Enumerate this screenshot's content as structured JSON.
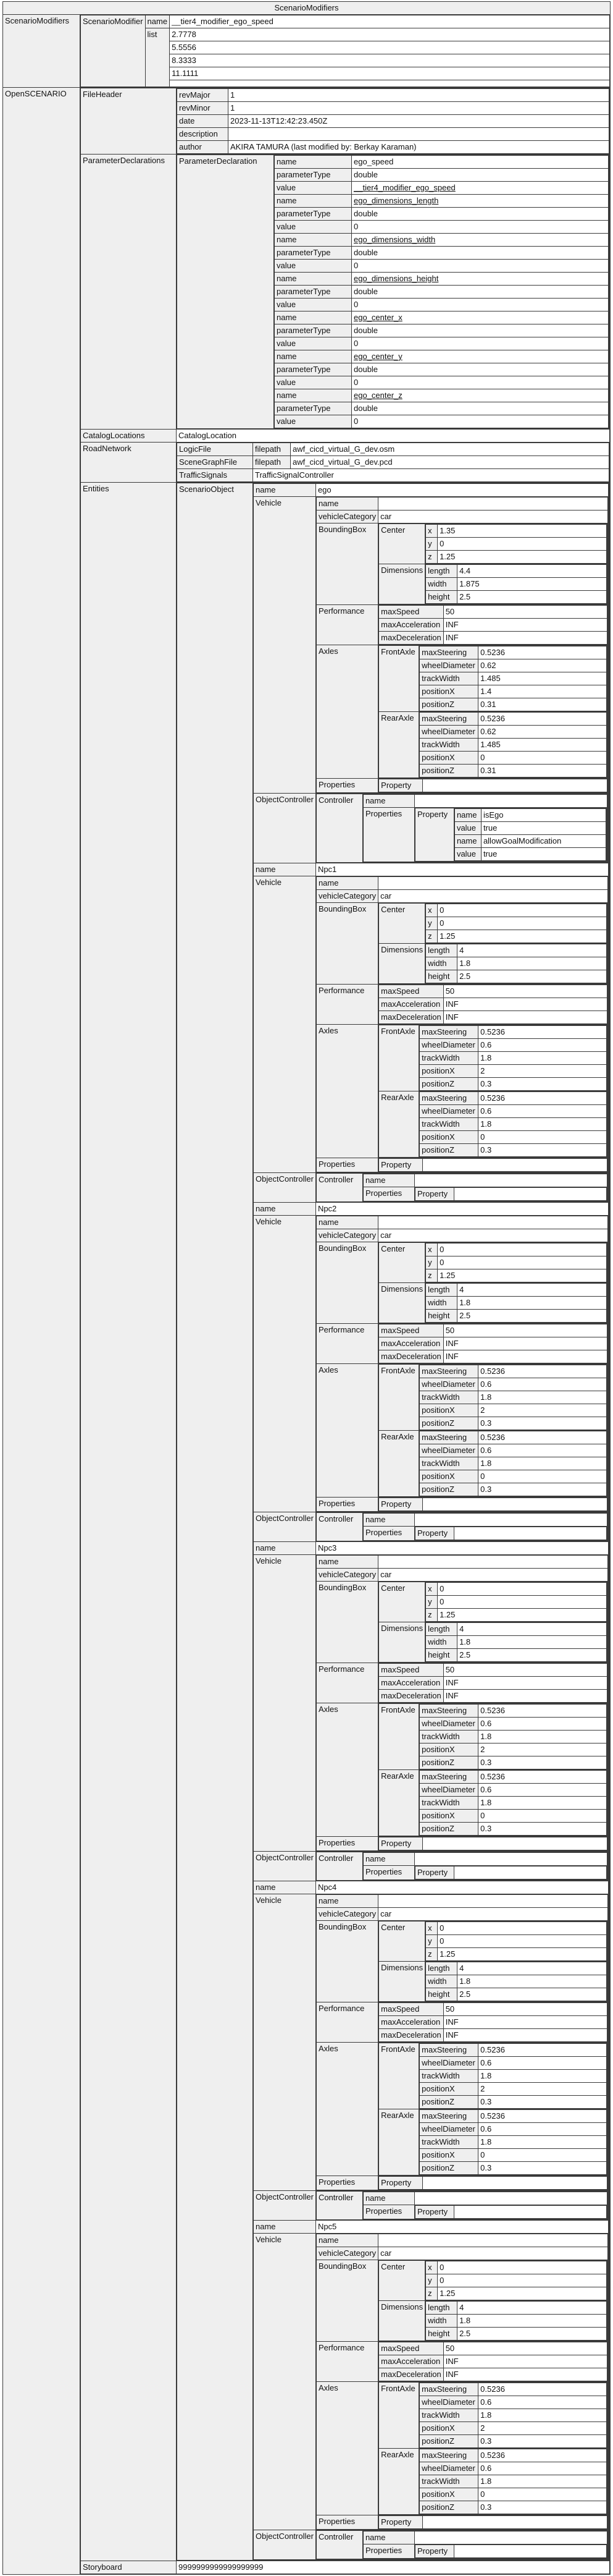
{
  "title": "ScenarioModifiers",
  "scenario_modifiers": {
    "key": "ScenarioModifiers",
    "modifier_key": "ScenarioModifier",
    "name_key": "name",
    "name_value": "__tier4_modifier_ego_speed",
    "list_key": "list",
    "list": [
      "2.7778",
      "5.5556",
      "8.3333",
      "11.1111"
    ]
  },
  "openscenario": {
    "key": "OpenSCENARIO",
    "file_header": {
      "key": "FileHeader",
      "rows": [
        {
          "k": "revMajor",
          "v": "1"
        },
        {
          "k": "revMinor",
          "v": "1"
        },
        {
          "k": "date",
          "v": "2023-11-13T12:42:23.450Z"
        },
        {
          "k": "description",
          "v": ""
        },
        {
          "k": "author",
          "v": "AKIRA TAMURA (last modified by: Berkay Karaman)"
        }
      ]
    },
    "parameter_declarations": {
      "key": "ParameterDeclarations",
      "sub_key": "ParameterDeclaration",
      "rows": [
        {
          "k": "name",
          "v": "ego_speed",
          "u": false
        },
        {
          "k": "parameterType",
          "v": "double",
          "u": false
        },
        {
          "k": "value",
          "v": "__tier4_modifier_ego_speed",
          "u": true
        },
        {
          "k": "name",
          "v": "ego_dimensions_length",
          "u": true
        },
        {
          "k": "parameterType",
          "v": "double",
          "u": false
        },
        {
          "k": "value",
          "v": "0",
          "u": false
        },
        {
          "k": "name",
          "v": "ego_dimensions_width",
          "u": true
        },
        {
          "k": "parameterType",
          "v": "double",
          "u": false
        },
        {
          "k": "value",
          "v": "0",
          "u": false
        },
        {
          "k": "name",
          "v": "ego_dimensions_height",
          "u": true
        },
        {
          "k": "parameterType",
          "v": "double",
          "u": false
        },
        {
          "k": "value",
          "v": "0",
          "u": false
        },
        {
          "k": "name",
          "v": "ego_center_x",
          "u": true
        },
        {
          "k": "parameterType",
          "v": "double",
          "u": false
        },
        {
          "k": "value",
          "v": "0",
          "u": false
        },
        {
          "k": "name",
          "v": "ego_center_y",
          "u": true
        },
        {
          "k": "parameterType",
          "v": "double",
          "u": false
        },
        {
          "k": "value",
          "v": "0",
          "u": false
        },
        {
          "k": "name",
          "v": "ego_center_z",
          "u": true
        },
        {
          "k": "parameterType",
          "v": "double",
          "u": false
        },
        {
          "k": "value",
          "v": "0",
          "u": false
        }
      ]
    },
    "catalog_locations": {
      "key": "CatalogLocations",
      "value": "CatalogLocation"
    },
    "road_network": {
      "key": "RoadNetwork",
      "logic_file": {
        "key": "LogicFile",
        "sub": "filepath",
        "value": "awf_cicd_virtual_G_dev.osm"
      },
      "scene_graph_file": {
        "key": "SceneGraphFile",
        "sub": "filepath",
        "value": "awf_cicd_virtual_G_dev.pcd"
      },
      "traffic_signals": {
        "key": "TrafficSignals",
        "value": "TrafficSignalController"
      }
    },
    "entities": {
      "key": "Entities",
      "sub_key": "ScenarioObject",
      "objects": [
        {
          "name": "ego",
          "vehicle_category": "car",
          "center": {
            "x": "1.35",
            "y": "0",
            "z": "1.25"
          },
          "dimensions": {
            "length": "4.4",
            "width": "1.875",
            "height": "2.5"
          },
          "performance": {
            "maxSpeed": "50",
            "maxAcceleration": "INF",
            "maxDeceleration": "INF"
          },
          "front_axle": {
            "maxSteering": "0.5236",
            "wheelDiameter": "0.62",
            "trackWidth": "1.485",
            "positionX": "1.4",
            "positionZ": "0.31"
          },
          "rear_axle": {
            "maxSteering": "0.5236",
            "wheelDiameter": "0.62",
            "trackWidth": "1.485",
            "positionX": "0",
            "positionZ": "0.31"
          },
          "controller_properties": [
            {
              "k": "name",
              "v": "isEgo"
            },
            {
              "k": "value",
              "v": "true"
            },
            {
              "k": "name",
              "v": "allowGoalModification"
            },
            {
              "k": "value",
              "v": "true"
            }
          ]
        },
        {
          "name": "Npc1",
          "vehicle_category": "car",
          "center": {
            "x": "0",
            "y": "0",
            "z": "1.25"
          },
          "dimensions": {
            "length": "4",
            "width": "1.8",
            "height": "2.5"
          },
          "performance": {
            "maxSpeed": "50",
            "maxAcceleration": "INF",
            "maxDeceleration": "INF"
          },
          "front_axle": {
            "maxSteering": "0.5236",
            "wheelDiameter": "0.6",
            "trackWidth": "1.8",
            "positionX": "2",
            "positionZ": "0.3"
          },
          "rear_axle": {
            "maxSteering": "0.5236",
            "wheelDiameter": "0.6",
            "trackWidth": "1.8",
            "positionX": "0",
            "positionZ": "0.3"
          },
          "controller_properties": []
        },
        {
          "name": "Npc2",
          "vehicle_category": "car",
          "center": {
            "x": "0",
            "y": "0",
            "z": "1.25"
          },
          "dimensions": {
            "length": "4",
            "width": "1.8",
            "height": "2.5"
          },
          "performance": {
            "maxSpeed": "50",
            "maxAcceleration": "INF",
            "maxDeceleration": "INF"
          },
          "front_axle": {
            "maxSteering": "0.5236",
            "wheelDiameter": "0.6",
            "trackWidth": "1.8",
            "positionX": "2",
            "positionZ": "0.3"
          },
          "rear_axle": {
            "maxSteering": "0.5236",
            "wheelDiameter": "0.6",
            "trackWidth": "1.8",
            "positionX": "0",
            "positionZ": "0.3"
          },
          "controller_properties": []
        },
        {
          "name": "Npc3",
          "vehicle_category": "car",
          "center": {
            "x": "0",
            "y": "0",
            "z": "1.25"
          },
          "dimensions": {
            "length": "4",
            "width": "1.8",
            "height": "2.5"
          },
          "performance": {
            "maxSpeed": "50",
            "maxAcceleration": "INF",
            "maxDeceleration": "INF"
          },
          "front_axle": {
            "maxSteering": "0.5236",
            "wheelDiameter": "0.6",
            "trackWidth": "1.8",
            "positionX": "2",
            "positionZ": "0.3"
          },
          "rear_axle": {
            "maxSteering": "0.5236",
            "wheelDiameter": "0.6",
            "trackWidth": "1.8",
            "positionX": "0",
            "positionZ": "0.3"
          },
          "controller_properties": []
        },
        {
          "name": "Npc4",
          "vehicle_category": "car",
          "center": {
            "x": "0",
            "y": "0",
            "z": "1.25"
          },
          "dimensions": {
            "length": "4",
            "width": "1.8",
            "height": "2.5"
          },
          "performance": {
            "maxSpeed": "50",
            "maxAcceleration": "INF",
            "maxDeceleration": "INF"
          },
          "front_axle": {
            "maxSteering": "0.5236",
            "wheelDiameter": "0.6",
            "trackWidth": "1.8",
            "positionX": "2",
            "positionZ": "0.3"
          },
          "rear_axle": {
            "maxSteering": "0.5236",
            "wheelDiameter": "0.6",
            "trackWidth": "1.8",
            "positionX": "0",
            "positionZ": "0.3"
          },
          "controller_properties": []
        },
        {
          "name": "Npc5",
          "vehicle_category": "car",
          "center": {
            "x": "0",
            "y": "0",
            "z": "1.25"
          },
          "dimensions": {
            "length": "4",
            "width": "1.8",
            "height": "2.5"
          },
          "performance": {
            "maxSpeed": "50",
            "maxAcceleration": "INF",
            "maxDeceleration": "INF"
          },
          "front_axle": {
            "maxSteering": "0.5236",
            "wheelDiameter": "0.6",
            "trackWidth": "1.8",
            "positionX": "2",
            "positionZ": "0.3"
          },
          "rear_axle": {
            "maxSteering": "0.5236",
            "wheelDiameter": "0.6",
            "trackWidth": "1.8",
            "positionX": "0",
            "positionZ": "0.3"
          },
          "controller_properties": []
        }
      ]
    },
    "storyboard": {
      "key": "Storyboard",
      "value": "9999999999999999999"
    }
  },
  "labels": {
    "name": "name",
    "vehicle": "Vehicle",
    "vehicleCategory": "vehicleCategory",
    "boundingBox": "BoundingBox",
    "center": "Center",
    "dimensions": "Dimensions",
    "performance": "Performance",
    "axles": "Axles",
    "frontAxle": "FrontAxle",
    "rearAxle": "RearAxle",
    "properties": "Properties",
    "property": "Property",
    "objectController": "ObjectController",
    "controller": "Controller",
    "x": "x",
    "y": "y",
    "z": "z",
    "length": "length",
    "width": "width",
    "height": "height",
    "maxSpeed": "maxSpeed",
    "maxAcceleration": "maxAcceleration",
    "maxDeceleration": "maxDeceleration",
    "maxSteering": "maxSteering",
    "wheelDiameter": "wheelDiameter",
    "trackWidth": "trackWidth",
    "positionX": "positionX",
    "positionZ": "positionZ"
  }
}
